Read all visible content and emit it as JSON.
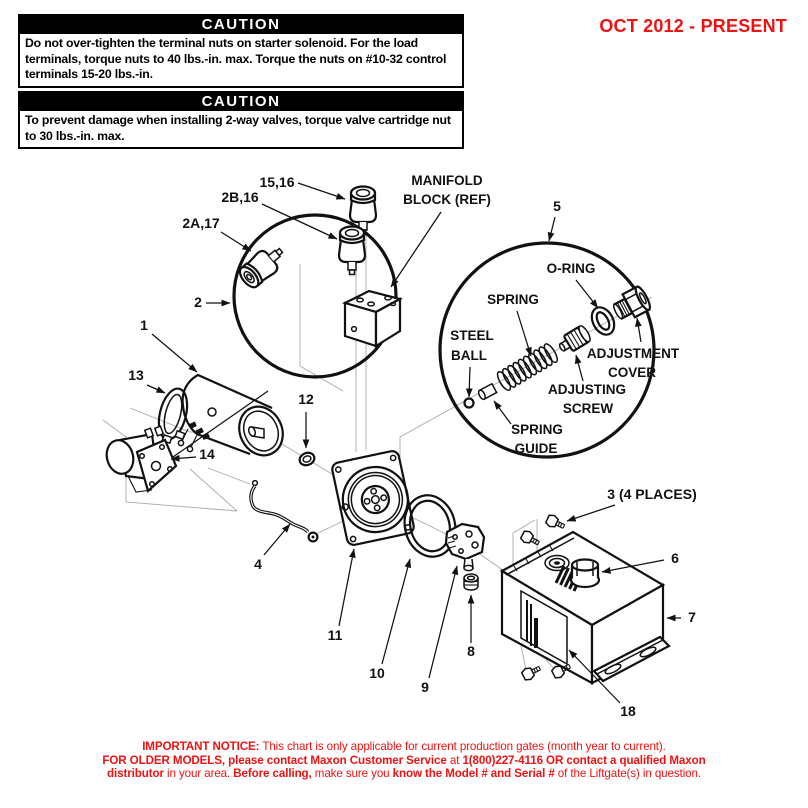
{
  "header": {
    "date_range": "OCT 2012 - PRESENT"
  },
  "cautions": [
    {
      "title": "CAUTION",
      "body": "Do not over-tighten the terminal nuts on starter solenoid. For the load terminals, torque nuts to 40 lbs.-in. max. Torque the nuts on #10-32 control terminals 15-20 lbs.-in."
    },
    {
      "title": "CAUTION",
      "body": "To prevent damage when installing 2-way valves, torque valve cartridge nut to 30 lbs.-in. max."
    }
  ],
  "diagram": {
    "detail_labels": {
      "manifold_line1": "MANIFOLD",
      "manifold_line2": "BLOCK (REF)",
      "o_ring": "O-RING",
      "spring": "SPRING",
      "steel_line1": "STEEL",
      "steel_line2": "BALL",
      "adj_cover_line1": "ADJUSTMENT",
      "adj_cover_line2": "COVER",
      "adj_screw_line1": "ADJUSTING",
      "adj_screw_line2": "SCREW",
      "spring_guide_line1": "SPRING",
      "spring_guide_line2": "GUIDE"
    },
    "callouts": {
      "n1": "1",
      "n2": "2",
      "n2a": "2A,17",
      "n2b": "2B,16",
      "n15": "15,16",
      "n3": "3 (4 PLACES)",
      "n4": "4",
      "n5": "5",
      "n6": "6",
      "n7": "7",
      "n8": "8",
      "n9": "9",
      "n10": "10",
      "n11": "11",
      "n12": "12",
      "n13": "13",
      "n14": "14",
      "n18": "18"
    }
  },
  "notice": {
    "line1_b1": "IMPORTANT NOTICE:",
    "line1_r1": " This chart is only applicable for current production gates (month year to current).",
    "line2_b1": "FOR OLDER MODELS, please contact Maxon Customer Service",
    "line2_r1": " at ",
    "line2_b2": "1(800)227-4116 OR contact a qualified Maxon",
    "line3_b1": "distributor",
    "line3_r1": " in your area. ",
    "line3_b2": "Before calling,",
    "line3_r2": " make sure you ",
    "line3_b3": "know the Model # and Serial #",
    "line3_r3": " of the Liftgate(s) in question."
  },
  "colors": {
    "accent_red": "#ee1212",
    "line_black": "#111111",
    "construction_gray": "#a9a9a9"
  }
}
